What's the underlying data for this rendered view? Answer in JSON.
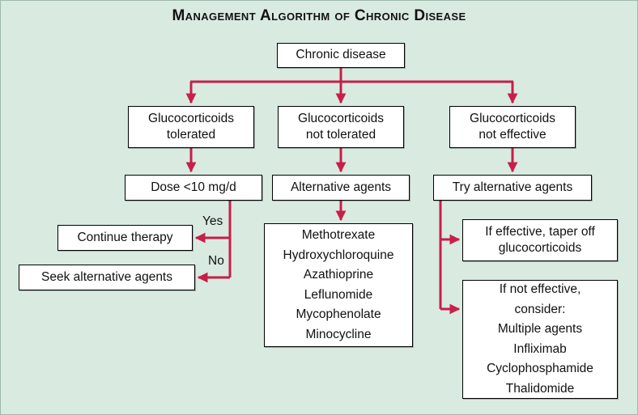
{
  "title": "Management Algorithm of Chronic Disease",
  "colors": {
    "background": "#d9eae1",
    "arrow": "#c81e4a",
    "box_border": "#000000",
    "box_background": "#ffffff"
  },
  "nodes": {
    "root": "Chronic disease",
    "tolerated": "Glucocorticoids\ntolerated",
    "not_tolerated": "Glucocorticoids\nnot tolerated",
    "not_effective": "Glucocorticoids\nnot effective",
    "dose": "Dose <10 mg/d",
    "continue_therapy": "Continue therapy",
    "seek_alternative": "Seek alternative agents",
    "alternative_agents": "Alternative agents",
    "drug_list": [
      "Methotrexate",
      "Hydroxychloroquine",
      "Azathioprine",
      "Leflunomide",
      "Mycophenolate",
      "Minocycline"
    ],
    "try_alternative": "Try alternative agents",
    "effective_taper": "If effective, taper off\nglucocorticoids",
    "not_effective_consider": [
      "If not effective,",
      "consider:",
      "Multiple agents",
      "Infliximab",
      "Cyclophosphamide",
      "Thalidomide"
    ]
  },
  "labels": {
    "yes": "Yes",
    "no": "No"
  }
}
